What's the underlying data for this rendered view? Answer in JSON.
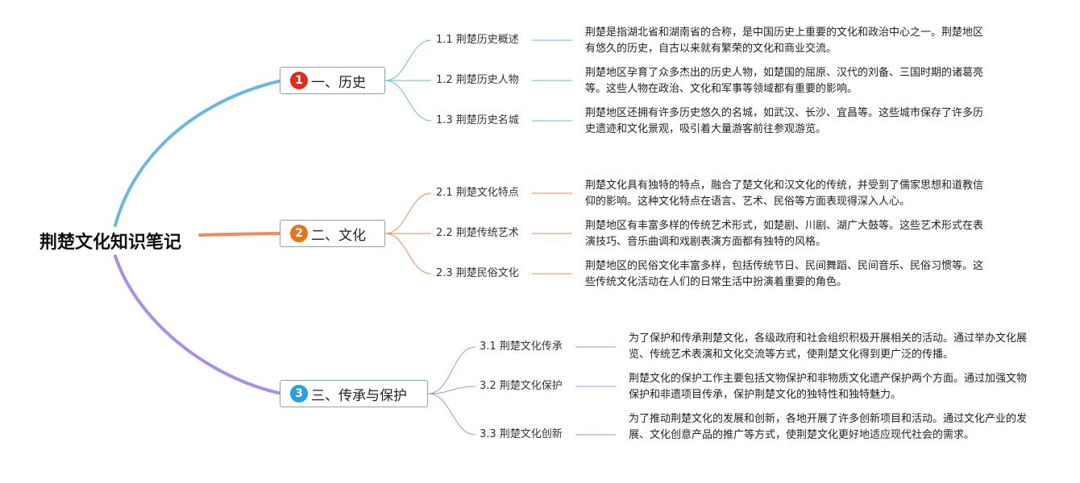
{
  "root": {
    "title": "荆楚文化知识笔记"
  },
  "colors": {
    "branch1": "#6ab7e3",
    "branch2": "#f08a5d",
    "branch3": "#a98ee2",
    "badge1": "#e02b20",
    "badge2": "#e8731e",
    "badge3": "#2c9de0",
    "branch_border": "#8aa6a2"
  },
  "branches": [
    {
      "number": "1",
      "label": "一、历史",
      "topics": [
        {
          "label": "1.1 荆楚历史概述",
          "desc": "荆楚是指湖北省和湖南省的合称，是中国历史上重要的文化和政治中心之一。荆楚地区有悠久的历史，自古以来就有繁荣的文化和商业交流。"
        },
        {
          "label": "1.2 荆楚历史人物",
          "desc": "荆楚地区孕育了众多杰出的历史人物，如楚国的屈原、汉代的刘备、三国时期的诸葛亮等。这些人物在政治、文化和军事等领域都有重要的影响。"
        },
        {
          "label": "1.3 荆楚历史名城",
          "desc": "荆楚地区还拥有许多历史悠久的名城，如武汉、长沙、宜昌等。这些城市保存了许多历史遗迹和文化景观，吸引着大量游客前往参观游览。"
        }
      ]
    },
    {
      "number": "2",
      "label": "二、文化",
      "topics": [
        {
          "label": "2.1 荆楚文化特点",
          "desc": "荆楚文化具有独特的特点，融合了楚文化和汉文化的传统，并受到了儒家思想和道教信仰的影响。这种文化特点在语言、艺术、民俗等方面表现得深入人心。"
        },
        {
          "label": "2.2 荆楚传统艺术",
          "desc": "荆楚地区有丰富多样的传统艺术形式，如楚剧、川剧、湖广大鼓等。这些艺术形式在表演技巧、音乐曲调和戏剧表演方面都有独特的风格。"
        },
        {
          "label": "2.3 荆楚民俗文化",
          "desc": "荆楚地区的民俗文化丰富多样，包括传统节日、民间舞蹈、民间音乐、民俗习惯等。这些传统文化活动在人们的日常生活中扮演着重要的角色。"
        }
      ]
    },
    {
      "number": "3",
      "label": "三、传承与保护",
      "topics": [
        {
          "label": "3.1 荆楚文化传承",
          "desc": "为了保护和传承荆楚文化，各级政府和社会组织积极开展相关的活动。通过举办文化展览、传统艺术表演和文化交流等方式，使荆楚文化得到更广泛的传播。"
        },
        {
          "label": "3.2 荆楚文化保护",
          "desc": "荆楚文化的保护工作主要包括文物保护和非物质文化遗产保护两个方面。通过加强文物保护和非遗项目传承，保护荆楚文化的独特性和独特魅力。"
        },
        {
          "label": "3.3 荆楚文化创新",
          "desc": "为了推动荆楚文化的发展和创新，各地开展了许多创新项目和活动。通过文化产业的发展、文化创意产品的推广等方式，使荆楚文化更好地适应现代社会的需求。"
        }
      ]
    }
  ]
}
